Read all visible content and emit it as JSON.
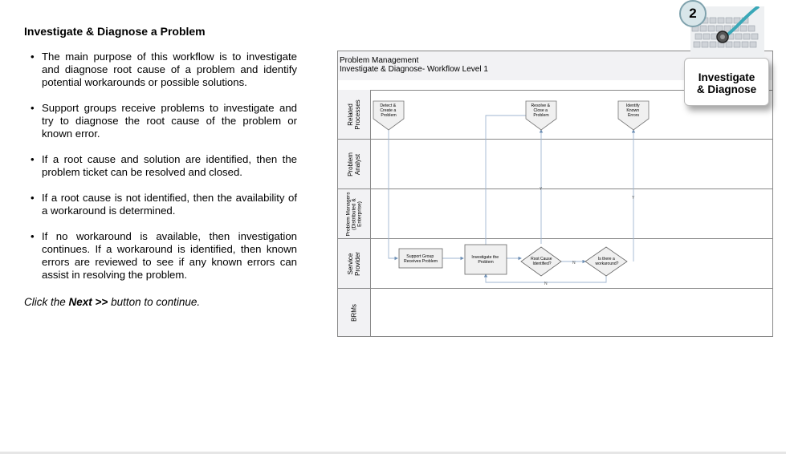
{
  "left": {
    "title": "Investigate & Diagnose a Problem",
    "bullets": [
      "The main purpose of this workflow is to investigate and diagnose root cause of a problem and identify potential workarounds or possible solutions.",
      "Support groups receive problems to investigate and try to diagnose the root cause of the problem or known error.",
      "If a  root cause and solution are identified, then the problem ticket can be resolved and closed.",
      "If a root cause is not identified, then the availability of a workaround is determined.",
      "If no workaround is available, then investigation continues.  If a workaround is identified, then known errors are reviewed to see if any known errors can assist in resolving the problem."
    ],
    "next_prefix": "Click the ",
    "next_button": "Next >>",
    "next_suffix": " button to continue."
  },
  "badge": {
    "number": "2",
    "line1": "Investigate",
    "line2": "& Diagnose",
    "image_icon": "keyboard-stethoscope-photo"
  },
  "diagram": {
    "header_line1": "Problem Management",
    "header_line2": "Investigate & Diagnose- Workflow Level 1",
    "lanes": [
      {
        "id": "related",
        "label": [
          "Related",
          "Processes"
        ]
      },
      {
        "id": "analyst",
        "label": [
          "Problem",
          "Analyst"
        ]
      },
      {
        "id": "pm",
        "label": [
          "Problem Managers",
          "(Distributed &",
          "Enterprise)"
        ]
      },
      {
        "id": "sp",
        "label": [
          "Service",
          "Provider"
        ]
      },
      {
        "id": "brm",
        "label": [
          "BRMs"
        ]
      }
    ],
    "nodes": {
      "detect": [
        "Detect &",
        "Create a",
        "Problem"
      ],
      "resolve": [
        "Resolve &",
        "Close a",
        "Problem"
      ],
      "identify": [
        "Identify",
        "Known",
        "Errors"
      ],
      "support": [
        "Support Group",
        "Receives Problem"
      ],
      "investigate": [
        "Investigate the",
        "Problem"
      ],
      "root": [
        "Root Cause",
        "Identified?"
      ],
      "workaround": [
        "Is there a",
        "workaround?"
      ]
    },
    "edge_labels": {
      "y1": "Y",
      "y2": "Y",
      "n1": "N",
      "n2": "N"
    }
  }
}
